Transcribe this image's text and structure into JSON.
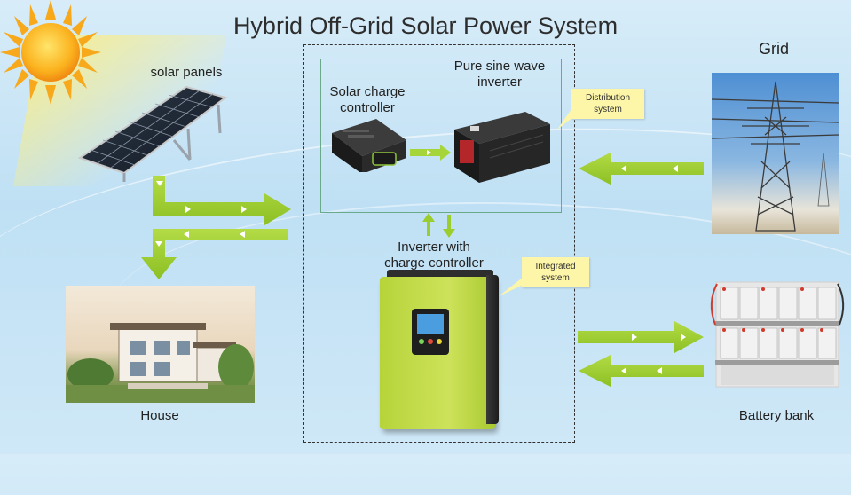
{
  "title": "Hybrid Off-Grid Solar Power System",
  "labels": {
    "solar_panels": "solar panels",
    "solar_charge_controller_line1": "Solar charge",
    "solar_charge_controller_line2": "controller",
    "pure_sine_line1": "Pure sine wave",
    "pure_sine_line2": "inverter",
    "grid": "Grid",
    "inverter_with_line1": "Inverter with",
    "inverter_with_line2": "charge controller",
    "house": "House",
    "battery_bank": "Battery bank"
  },
  "tags": {
    "distribution_line1": "Distribution",
    "distribution_line2": "system",
    "integrated_line1": "Integrated",
    "integrated_line2": "system"
  },
  "colors": {
    "arrow_green": "#9ccd2e",
    "arrow_green_dark": "#7fb021",
    "tag_yellow": "#fdf5a8",
    "inverter_green": "#c4dc4a"
  },
  "icons": [
    "sun-icon",
    "solar-panel-image",
    "house-image",
    "grid-tower-image",
    "battery-bank-image",
    "charge-controller-image",
    "pure-sine-inverter-image",
    "hybrid-inverter-image"
  ]
}
